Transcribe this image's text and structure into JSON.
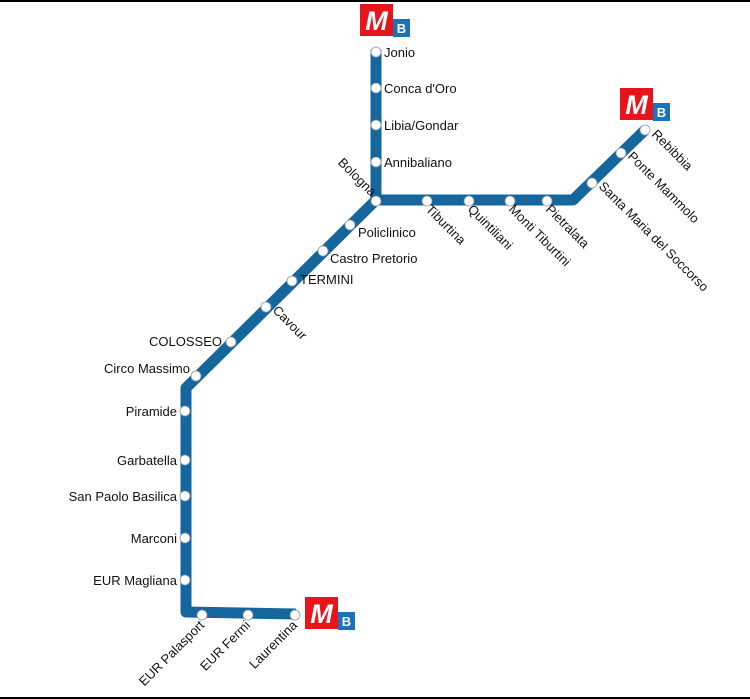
{
  "map": {
    "line_name": "B",
    "logo_letter": "M",
    "colors": {
      "line": "#14669c",
      "logo_red": "#e8141b",
      "logo_blue": "#1a72b8",
      "station_fill": "#ffffff"
    },
    "stations": [
      "Jonio",
      "Conca d'Oro",
      "Libia/Gondar",
      "Annibaliano",
      "Bologna",
      "Tiburtina",
      "Quintiliani",
      "Monti Tiburtini",
      "Pietralata",
      "Santa Maria del Soccorso",
      "Ponte Mammolo",
      "Rebibbia",
      "Policlinico",
      "Castro Pretorio",
      "TERMINI",
      "Cavour",
      "COLOSSEO",
      "Circo Massimo",
      "Piramide",
      "Garbatella",
      "San Paolo Basilica",
      "Marconi",
      "EUR Magliana",
      "EUR Palasport",
      "EUR Fermi",
      "Laurentina"
    ]
  }
}
